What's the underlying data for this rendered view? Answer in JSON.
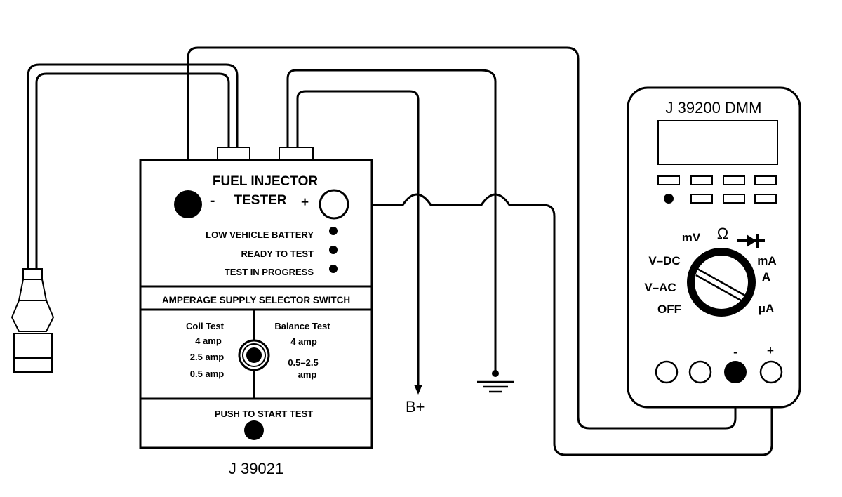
{
  "dmm": {
    "title": "J 39200 DMM",
    "dial": {
      "mv": "mV",
      "ohm": "Ω",
      "vdc": "V–DC",
      "vac": "V–AC",
      "off": "OFF",
      "ma": "mA",
      "a": "A",
      "ua": "μA"
    },
    "neg_label": "-",
    "pos_label": "+"
  },
  "tester": {
    "title_line1": "FUEL INJECTOR",
    "title_line2": "TESTER",
    "minus": "-",
    "plus": "+",
    "leds": [
      "LOW VEHICLE BATTERY",
      "READY TO TEST",
      "TEST IN PROGRESS"
    ],
    "selector_title": "AMPERAGE SUPPLY SELECTOR SWITCH",
    "coil_test": "Coil Test",
    "coil_values": [
      "4 amp",
      "2.5 amp",
      "0.5 amp"
    ],
    "balance_test": "Balance Test",
    "balance_values": [
      "4 amp",
      "0.5–2.5",
      "amp"
    ],
    "push": "PUSH TO START TEST",
    "model": "J 39021"
  },
  "battery_label": "B+"
}
